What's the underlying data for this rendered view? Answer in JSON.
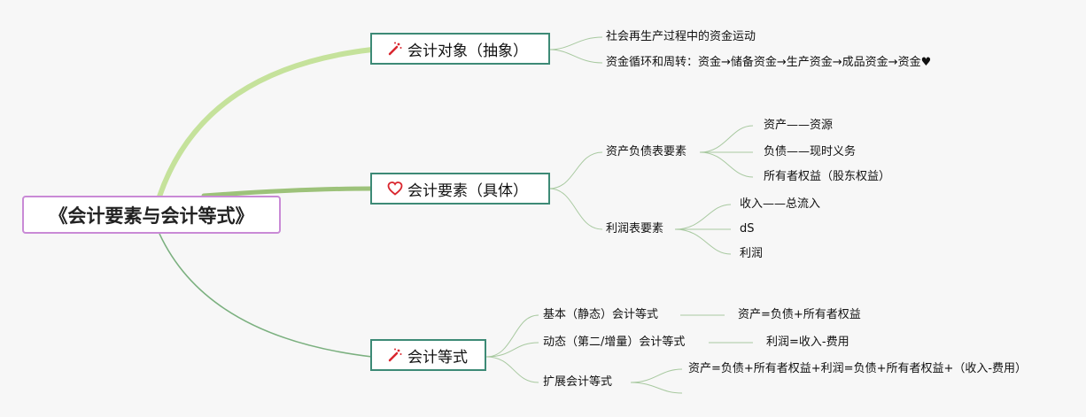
{
  "root": {
    "label": "《会计要素与会计等式》"
  },
  "branch1": {
    "label": "会计对象（抽象）",
    "icon": "magic-wand-icon",
    "items": [
      "社会再生产过程中的资金运动",
      "资金循环和周转：资金→储备资金→生产资金→成品资金→资金♥"
    ]
  },
  "branch2": {
    "label": "会计要素（具体）",
    "icon": "heart-icon",
    "balance_sheet": {
      "label": "资产负债表要素",
      "items": [
        "资产——资源",
        "负债——现时义务",
        "所有者权益（股东权益）"
      ]
    },
    "income_statement": {
      "label": "利润表要素",
      "items": [
        "收入——总流入",
        "dS",
        "利润"
      ]
    }
  },
  "branch3": {
    "label": "会计等式",
    "icon": "magic-wand-icon",
    "basic": {
      "label": "基本（静态）会计等式",
      "value": "资产=负债+所有者权益"
    },
    "dynamic": {
      "label": "动态（第二/增量）会计等式",
      "value": "利润=收入-费用"
    },
    "extended": {
      "label": "扩展会计等式",
      "value": "资产=负债+所有者权益+利润=负债+所有者权益+（收入-费用）"
    }
  },
  "colors": {
    "root_border": "#c98ad6",
    "topic_border": "#3d8a76",
    "branch1_line": "#c5e29b",
    "branch2_line": "#9dc27a",
    "branch3_line": "#7bb07f",
    "leaf_line": "#a8c9a0",
    "icon_red": "#d9262e"
  }
}
